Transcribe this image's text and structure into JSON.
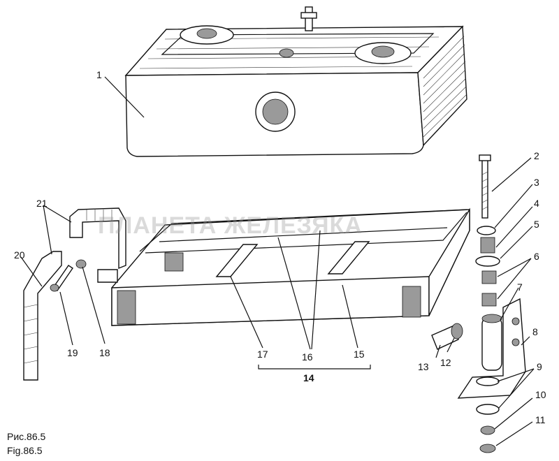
{
  "figure": {
    "caption_ru": "Рис.86.5",
    "caption_en": "Fig.86.5",
    "watermark": "ПЛАНЕТА ЖЕЛЕЗЯКА"
  },
  "callouts": [
    "1",
    "2",
    "3",
    "4",
    "5",
    "6",
    "7",
    "8",
    "9",
    "10",
    "11",
    "12",
    "13",
    "14",
    "15",
    "16",
    "17",
    "18",
    "19",
    "20",
    "21"
  ]
}
